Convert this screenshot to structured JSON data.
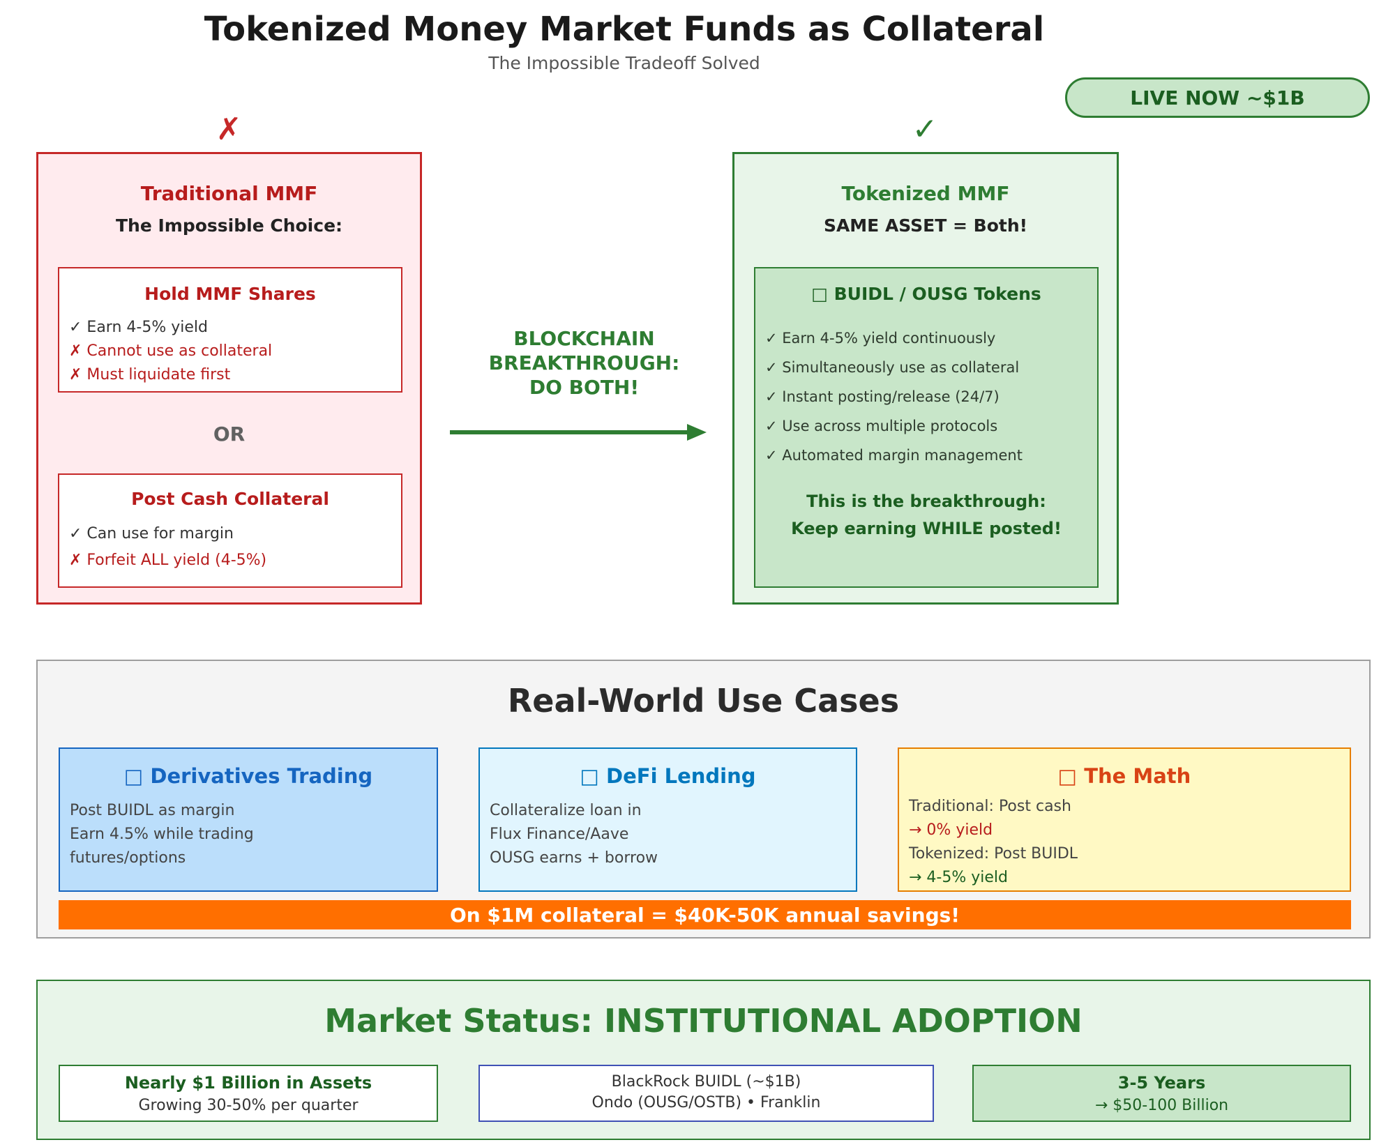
{
  "header": {
    "title": "Tokenized Money Market Funds as Collateral",
    "subtitle": "The Impossible Tradeoff Solved",
    "live_badge": "LIVE NOW ~$1B"
  },
  "marks": {
    "cross": "✗",
    "check": "✓"
  },
  "traditional": {
    "title": "Traditional MMF",
    "subtitle": "The Impossible Choice:",
    "hold": {
      "title": "Hold MMF Shares",
      "lines": [
        "✓ Earn 4-5% yield",
        "✗ Cannot use as collateral",
        "✗ Must liquidate first"
      ]
    },
    "or_label": "OR",
    "cash": {
      "title": "Post Cash Collateral",
      "lines": [
        "✓ Can use for margin",
        "✗ Forfeit ALL yield (4-5%)"
      ]
    }
  },
  "middle": {
    "lines": [
      "BLOCKCHAIN",
      "BREAKTHROUGH:",
      "DO BOTH!"
    ]
  },
  "tokenized": {
    "title": "Tokenized MMF",
    "subtitle": "SAME ASSET = Both!",
    "inner_title": "BUIDL / OUSG Tokens",
    "lines": [
      "✓ Earn 4-5% yield continuously",
      "✓ Simultaneously use as collateral",
      "✓ Instant posting/release (24/7)",
      "✓ Use across multiple protocols",
      "✓ Automated margin management"
    ],
    "break_lines": [
      "This is the breakthrough:",
      "Keep earning WHILE posted!"
    ]
  },
  "use_cases": {
    "title": "Real-World Use Cases",
    "derivatives": {
      "title": "Derivatives Trading",
      "lines": [
        "Post BUIDL as margin",
        "Earn 4.5% while trading",
        "futures/options"
      ]
    },
    "defi": {
      "title": "DeFi Lending",
      "lines": [
        "Collateralize loan in",
        "Flux Finance/Aave",
        "OUSG earns + borrow"
      ]
    },
    "math": {
      "title": "The Math",
      "lines": [
        "Traditional: Post cash",
        "→ 0% yield",
        "Tokenized: Post BUIDL",
        "→ 4-5% yield"
      ]
    },
    "savings": "On $1M collateral = $40K-50K annual savings!"
  },
  "market": {
    "title": "Market Status: INSTITUTIONAL ADOPTION",
    "assets": {
      "line1": "Nearly $1 Billion in Assets",
      "line2": "Growing 30-50% per quarter"
    },
    "players": {
      "line1": "BlackRock BUIDL (~$1B)",
      "line2": "Ondo (OUSG/OSTB) • Franklin"
    },
    "outlook": {
      "line1": "3-5 Years",
      "line2": "→ $50-100 Billion"
    }
  },
  "colors": {
    "red": "#c62828",
    "green": "#2e7d32",
    "blue": "#1565c0",
    "lightblue": "#0277bd",
    "orange": "#ff6f00",
    "math_title": "#d84315"
  },
  "icons": {
    "tokens": "token-icon",
    "derivatives": "chart-icon",
    "defi": "bank-icon",
    "math": "calculator-icon"
  }
}
